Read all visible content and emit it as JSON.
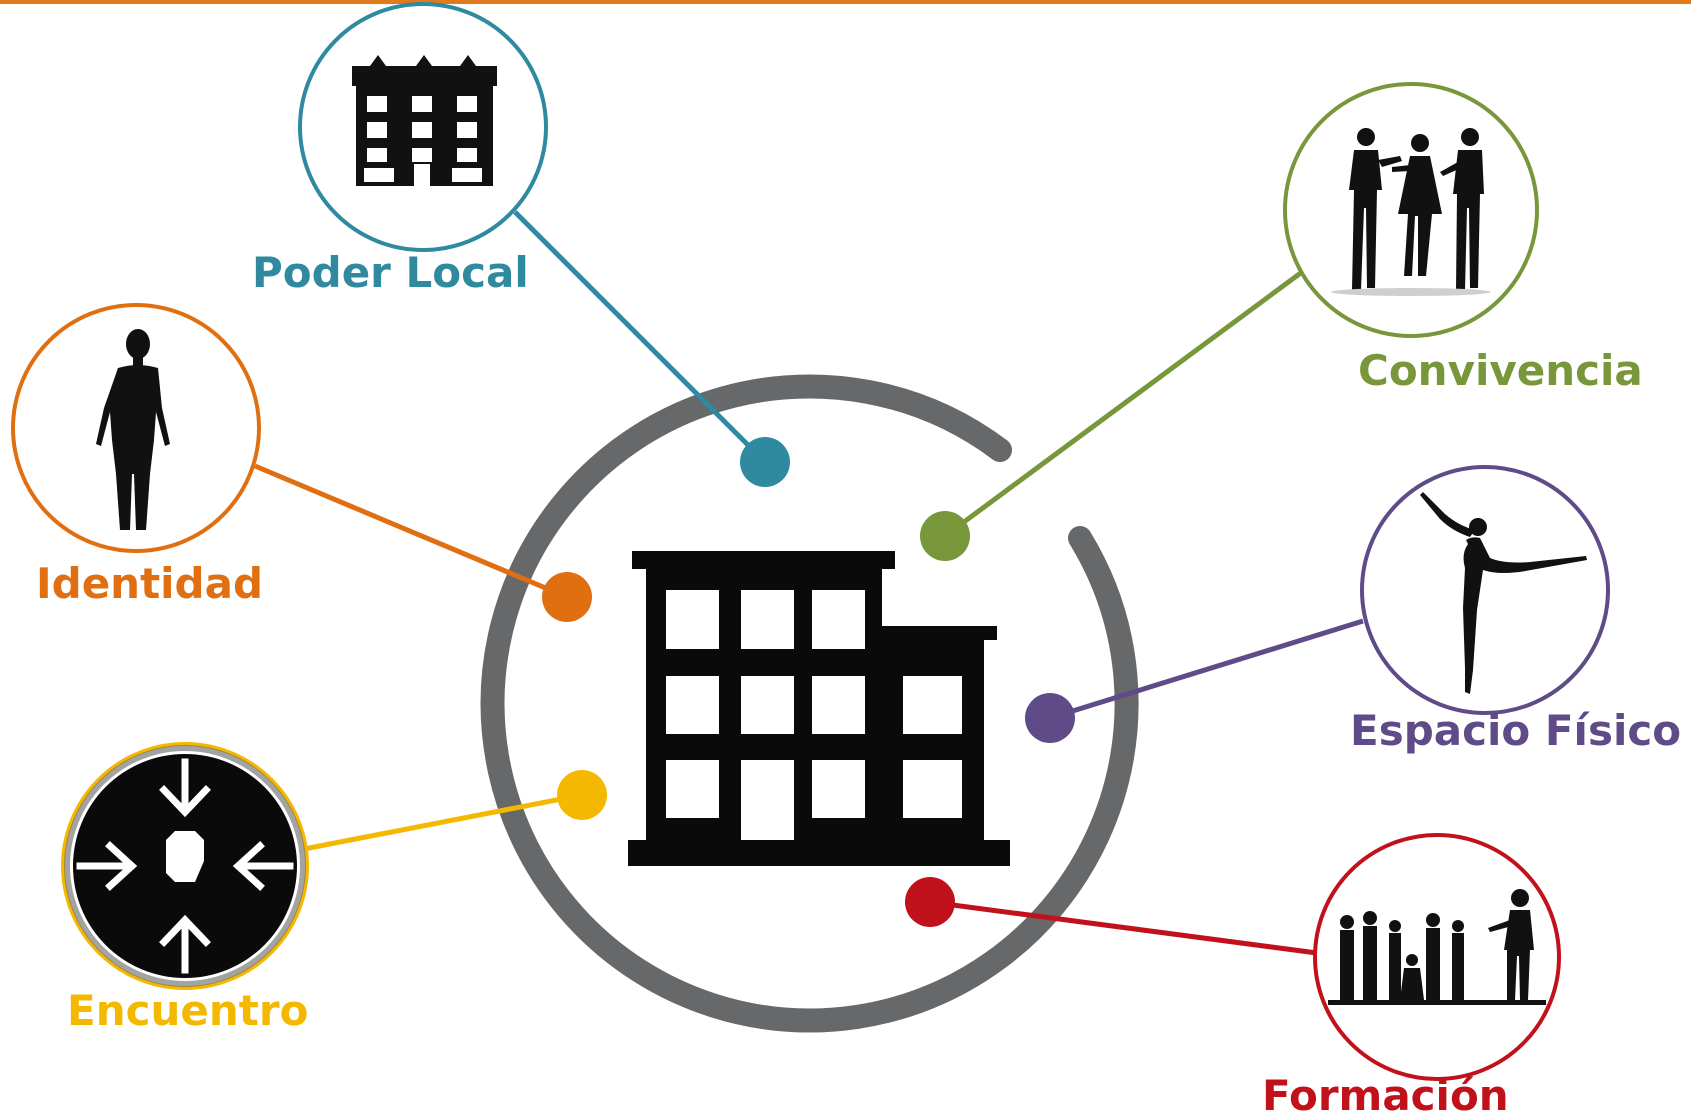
{
  "center": {
    "icon": "office-building-icon",
    "ring_color": "#5f6062"
  },
  "nodes": [
    {
      "key": "poder-local",
      "label": "Poder Local",
      "color": "#2f8aa0",
      "icon": "town-hall-icon"
    },
    {
      "key": "convivencia",
      "label": "Convivencia",
      "color": "#78963a",
      "icon": "people-talking-icon"
    },
    {
      "key": "identidad",
      "label": "Identidad",
      "color": "#e06f12",
      "icon": "human-silhouette-icon"
    },
    {
      "key": "espacio-fisico",
      "label": "Espacio Físico",
      "color": "#5e4b87",
      "icon": "dancer-icon"
    },
    {
      "key": "encuentro",
      "label": "Encuentro",
      "color": "#f5b800",
      "icon": "meeting-point-icon"
    },
    {
      "key": "formacion",
      "label": "Formación",
      "color": "#c1121c",
      "icon": "teacher-students-icon"
    }
  ]
}
